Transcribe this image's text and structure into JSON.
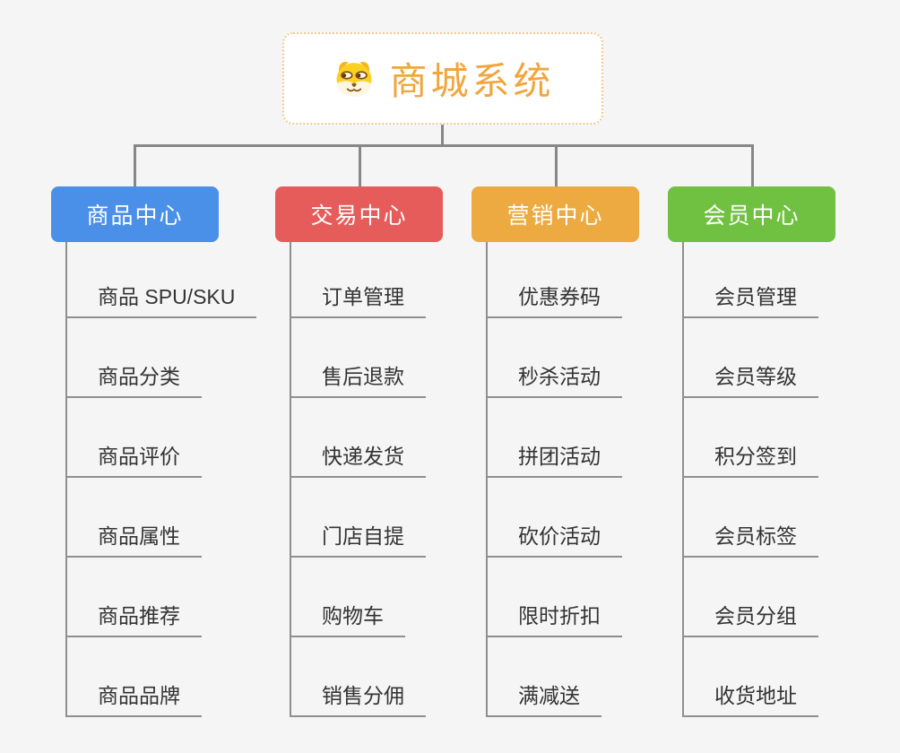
{
  "root": {
    "title": "商城系统",
    "icon": "dog-face-icon",
    "text_color": "#f0a63e",
    "border_color": "#f2c88e",
    "background": "#ffffff"
  },
  "connectors": {
    "tree_color": "#878787",
    "spine_color": "#8f8f8f"
  },
  "canvas_background": "#f5f5f5",
  "branches": [
    {
      "id": "product-center",
      "label": "商品中心",
      "color": "#4a8fe8",
      "items": [
        "商品 SPU/SKU",
        "商品分类",
        "商品评价",
        "商品属性",
        "商品推荐",
        "商品品牌"
      ]
    },
    {
      "id": "trade-center",
      "label": "交易中心",
      "color": "#e65c5b",
      "items": [
        "订单管理",
        "售后退款",
        "快递发货",
        "门店自提",
        "购物车",
        "销售分佣"
      ]
    },
    {
      "id": "marketing-center",
      "label": "营销中心",
      "color": "#ecaa41",
      "items": [
        "优惠券码",
        "秒杀活动",
        "拼团活动",
        "砍价活动",
        "限时折扣",
        "满减送"
      ]
    },
    {
      "id": "member-center",
      "label": "会员中心",
      "color": "#70c142",
      "items": [
        "会员管理",
        "会员等级",
        "积分签到",
        "会员标签",
        "会员分组",
        "收货地址"
      ]
    }
  ]
}
